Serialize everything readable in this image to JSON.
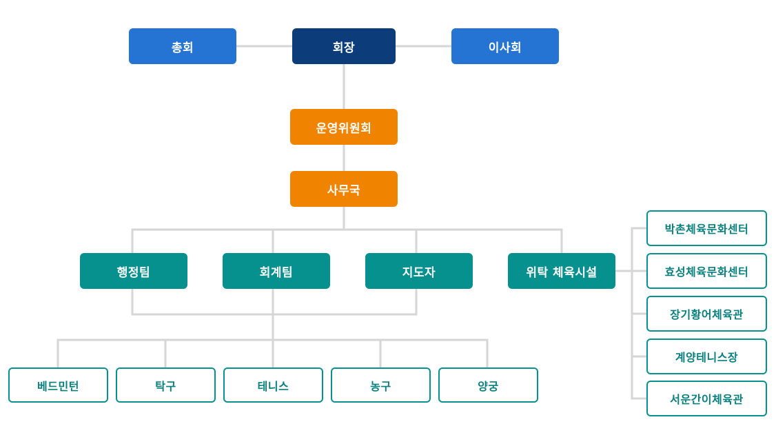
{
  "top_level": {
    "general_assembly": "총회",
    "president": "회장",
    "board_of_directors": "이사회"
  },
  "operating_committee": "운영위원회",
  "secretariat": "사무국",
  "teams": {
    "administration": "행정팀",
    "accounting": "회계팀",
    "instructors": "지도자",
    "consigned_facilities": "위탁 체육시설"
  },
  "sports": [
    "베드민턴",
    "탁구",
    "테니스",
    "농구",
    "양궁"
  ],
  "facilities": [
    "박촌체육문화센터",
    "효성체육문화센터",
    "장기황어체육관",
    "계양테니스장",
    "서운간이체육관"
  ],
  "colors": {
    "top_blue": "#2574d3",
    "president_navy": "#0c3d7a",
    "orange": "#f08300",
    "teal": "#07918e",
    "connector_gray": "#d6d6d6"
  }
}
